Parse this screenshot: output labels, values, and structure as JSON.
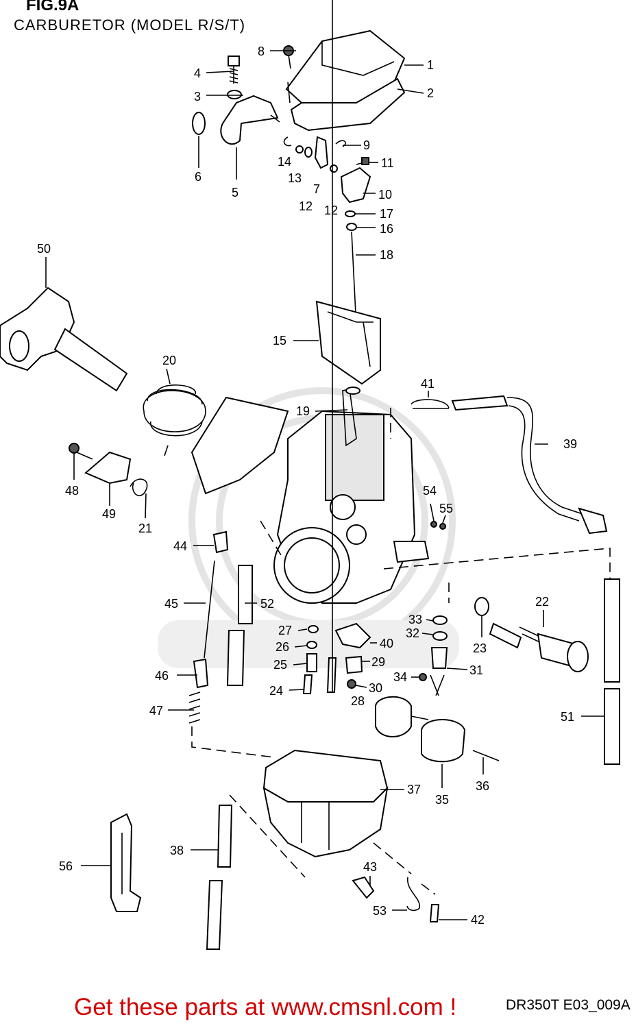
{
  "header": {
    "figure": "FIG.9A",
    "subtitle": "CARBURETOR (MODEL R/S/T)"
  },
  "footer": {
    "code": "DR350T E03_009A",
    "promo": "Get these parts at www.cmsnl.com !"
  },
  "callouts": [
    "1",
    "2",
    "3",
    "4",
    "5",
    "6",
    "7",
    "8",
    "9",
    "10",
    "11",
    "12",
    "12",
    "13",
    "14",
    "15",
    "16",
    "17",
    "18",
    "19",
    "20",
    "21",
    "22",
    "23",
    "24",
    "25",
    "26",
    "27",
    "28",
    "29",
    "30",
    "31",
    "32",
    "33",
    "34",
    "35",
    "36",
    "37",
    "38",
    "39",
    "40",
    "41",
    "42",
    "43",
    "44",
    "45",
    "46",
    "47",
    "48",
    "49",
    "50",
    "51",
    "52",
    "53",
    "54",
    "55",
    "56"
  ]
}
